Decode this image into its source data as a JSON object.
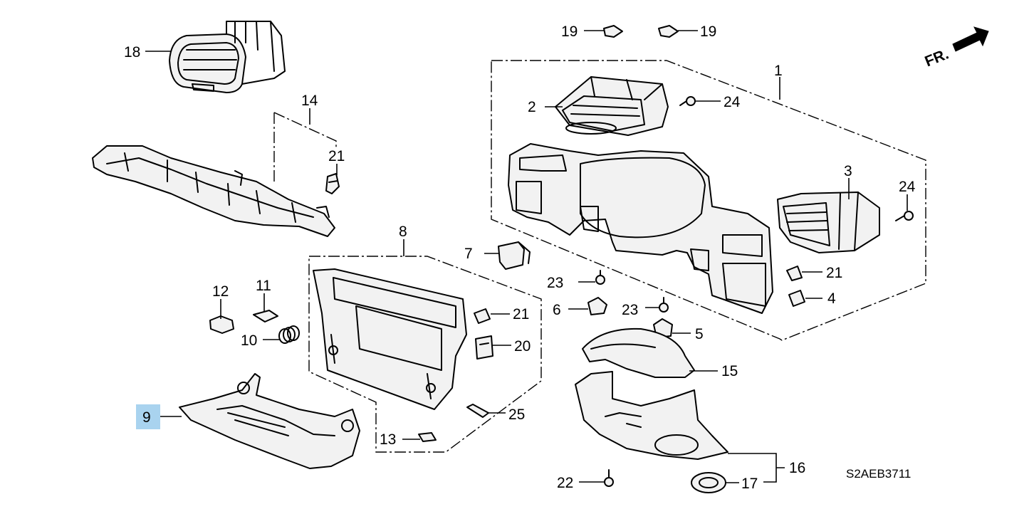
{
  "diagram": {
    "front_indicator": "FR.",
    "drawing_code": "S2AEB3711",
    "highlighted_callout": "9",
    "callouts": {
      "c1": "1",
      "c2": "2",
      "c3": "3",
      "c4": "4",
      "c5": "5",
      "c6": "6",
      "c7": "7",
      "c8": "8",
      "c9": "9",
      "c10": "10",
      "c11": "11",
      "c12": "12",
      "c13": "13",
      "c14": "14",
      "c15": "15",
      "c16": "16",
      "c17": "17",
      "c18": "18",
      "c19a": "19",
      "c19b": "19",
      "c20": "20",
      "c21a": "21",
      "c21b": "21",
      "c21c": "21",
      "c22": "22",
      "c23a": "23",
      "c23b": "23",
      "c24a": "24",
      "c24b": "24",
      "c25": "25"
    },
    "highlight_color": "#a9d3ef"
  }
}
